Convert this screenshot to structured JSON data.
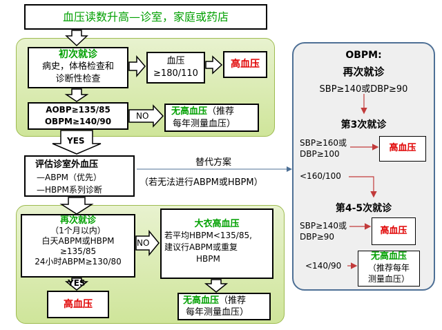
{
  "top": {
    "title": "血压读数升高—诊室，家庭或药店"
  },
  "initial": {
    "title": "初次就诊",
    "line1": "病史，体格检查和",
    "line2": "诊断性检查"
  },
  "bp_high": {
    "line1": "血压",
    "line2": "≥180/110",
    "result": "高血压"
  },
  "aobp": {
    "line1": "AOBP≥135/85",
    "line2": "OBPM≥140/90",
    "no": "NO"
  },
  "no_htn_1": {
    "title": "无高血压",
    "rest": "（推荐",
    "line2": "每年测量血压）"
  },
  "yes1": "YES",
  "assess": {
    "title": "评估诊室外血压",
    "line1": "—ABPM（优先）",
    "line2": "—HBPM系列诊断"
  },
  "alt": {
    "label": "替代方案",
    "note": "（若无法进行ABPM或HBPM）"
  },
  "revisit": {
    "title": "再次就诊",
    "line1": "（1个月以内）",
    "line2": "白天ABPM或HBPM",
    "line3": "≥135/85",
    "line4": "24小时ABPM≥130/80",
    "no": "NO",
    "yes": "YES"
  },
  "white_coat": {
    "title": "大衣高血压",
    "line1": "若平均HBPM<135/85,",
    "line2": "建议行ABPM或重复",
    "line3": "HBPM"
  },
  "htn_bottom": "高血压",
  "no_htn_2": {
    "title": "无高血压",
    "rest": "（推荐",
    "line2": "每年测量血压）"
  },
  "obpm": {
    "title": "OBPM:",
    "subtitle": "再次就诊",
    "criterion": "SBP≥140或DBP≥90",
    "visit3": "第3次就诊",
    "v3_a": "SBP≥160或",
    "v3_b": "DBP≥100",
    "v3_result": "高血压",
    "v3_low": "<160/100",
    "visit45": "第4-5次就诊",
    "v45_a": "SBP≥140或",
    "v45_b": "DBP≥90",
    "v45_result": "高血压",
    "v45_low": "<140/90",
    "no_htn_title": "无高血压",
    "no_htn_1": "（推荐每年",
    "no_htn_2": "测量血压）"
  },
  "colors": {
    "green": "#00a000",
    "red": "#e00000",
    "panel_green": "#d6ea9f",
    "panel_blue_border": "#4d6f95"
  }
}
